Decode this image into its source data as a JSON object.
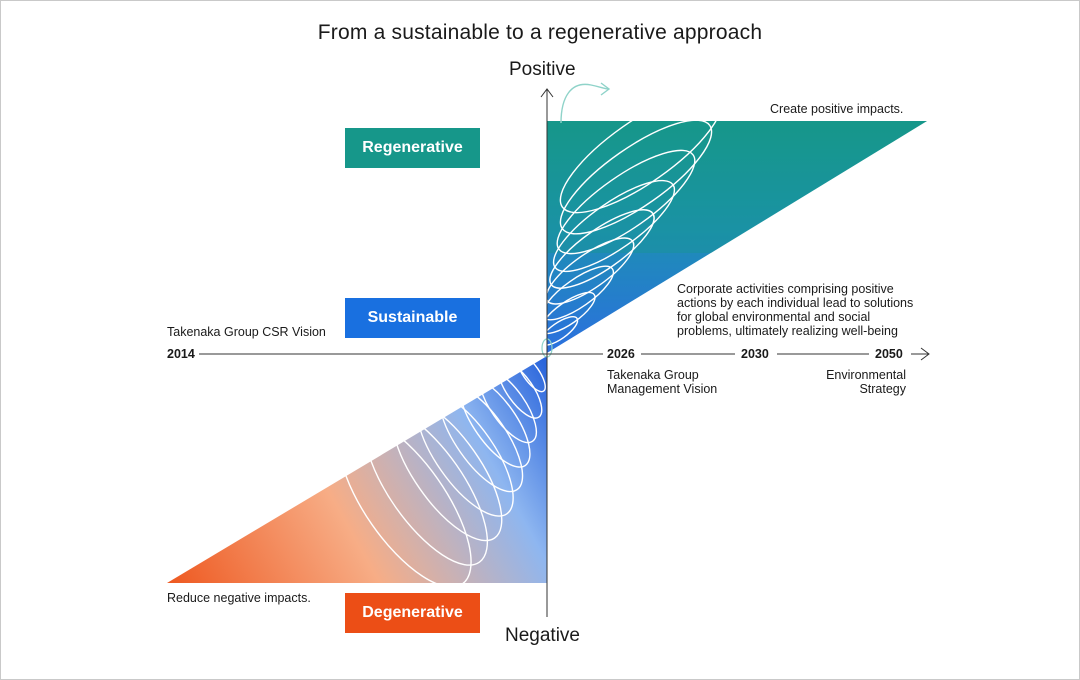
{
  "title": "From a sustainable to a regenerative approach",
  "axis": {
    "positive": "Positive",
    "negative": "Negative"
  },
  "stages": {
    "regenerative": "Regenerative",
    "sustainable": "Sustainable",
    "degenerative": "Degenerative"
  },
  "labels": {
    "create_positive": "Create positive impacts.",
    "reduce_negative": "Reduce negative impacts.",
    "csr_vision": "Takenaka Group CSR Vision",
    "corporate_activities": "Corporate activities comprising positive actions by each individual lead to solutions for global environmental and social problems, ultimately realizing well-being",
    "management_vision": "Takenaka Group Management Vision",
    "environmental_strategy": "Environmental Strategy"
  },
  "years": {
    "y2014": "2014",
    "y2026": "2026",
    "y2030": "2030",
    "y2050": "2050"
  },
  "colors": {
    "teal": "#16978a",
    "blue": "#1970e0",
    "orange": "#ec4e16",
    "peach": "#f6a577"
  }
}
